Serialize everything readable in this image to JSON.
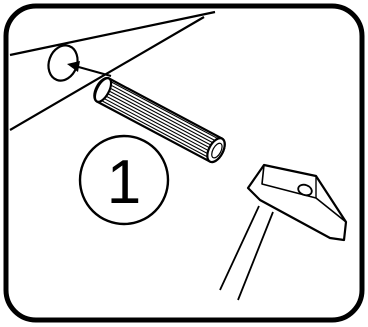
{
  "step": {
    "number": "1"
  },
  "colors": {
    "stroke": "#000000",
    "background": "#ffffff",
    "frame": "#000000"
  },
  "icons": [
    "dowel-pin",
    "hole-circle",
    "insert-arrow",
    "hammer"
  ]
}
